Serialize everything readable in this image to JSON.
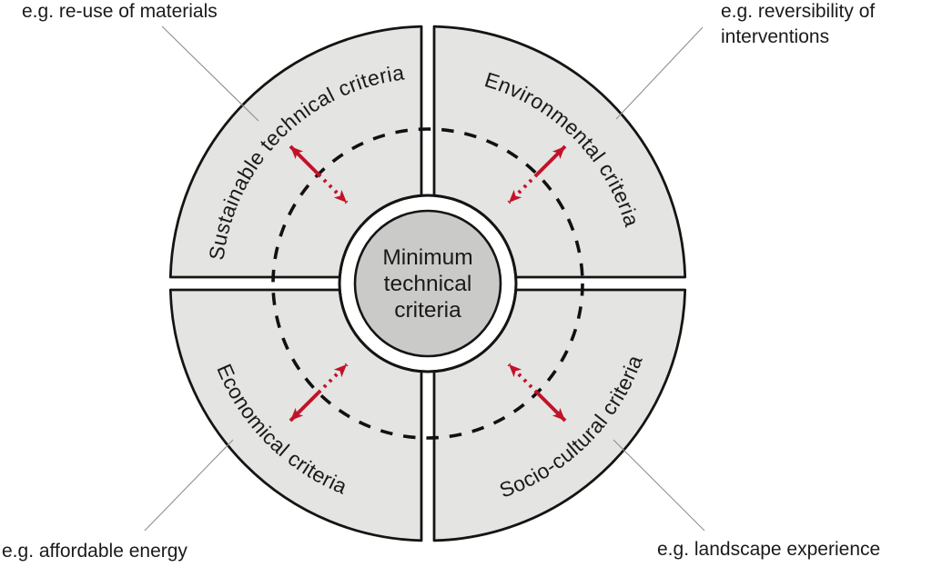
{
  "diagram": {
    "type": "circular-criteria-diagram",
    "center_circle": {
      "line1": "Minimum",
      "line2": "technical",
      "line3": "criteria"
    },
    "quadrants": {
      "top_left": {
        "label": "Sustainable technical criteria"
      },
      "top_right": {
        "label": "Environmental criteria"
      },
      "bottom_left": {
        "label": "Economical criteria"
      },
      "bottom_right": {
        "label": "Socio-cultural criteria"
      }
    },
    "annotations": {
      "top_left": "e.g. re-use of materials",
      "top_right_line1": "e.g. reversibility of",
      "top_right_line2": "interventions",
      "bottom_left": "e.g. affordable energy",
      "bottom_right": "e.g. landscape experience"
    },
    "icons": {
      "quadrant_arrows": "bidirectional-arrow-icon (solid half points outward, dotted half points inward)"
    },
    "colors": {
      "quadrant_fill": "#e4e4e3",
      "center_disc_fill": "#cacac9",
      "outline_black": "#161412",
      "arrow_red": "#c11327",
      "leader_line_gray": "#8f8f8f",
      "background": "#ffffff"
    }
  }
}
